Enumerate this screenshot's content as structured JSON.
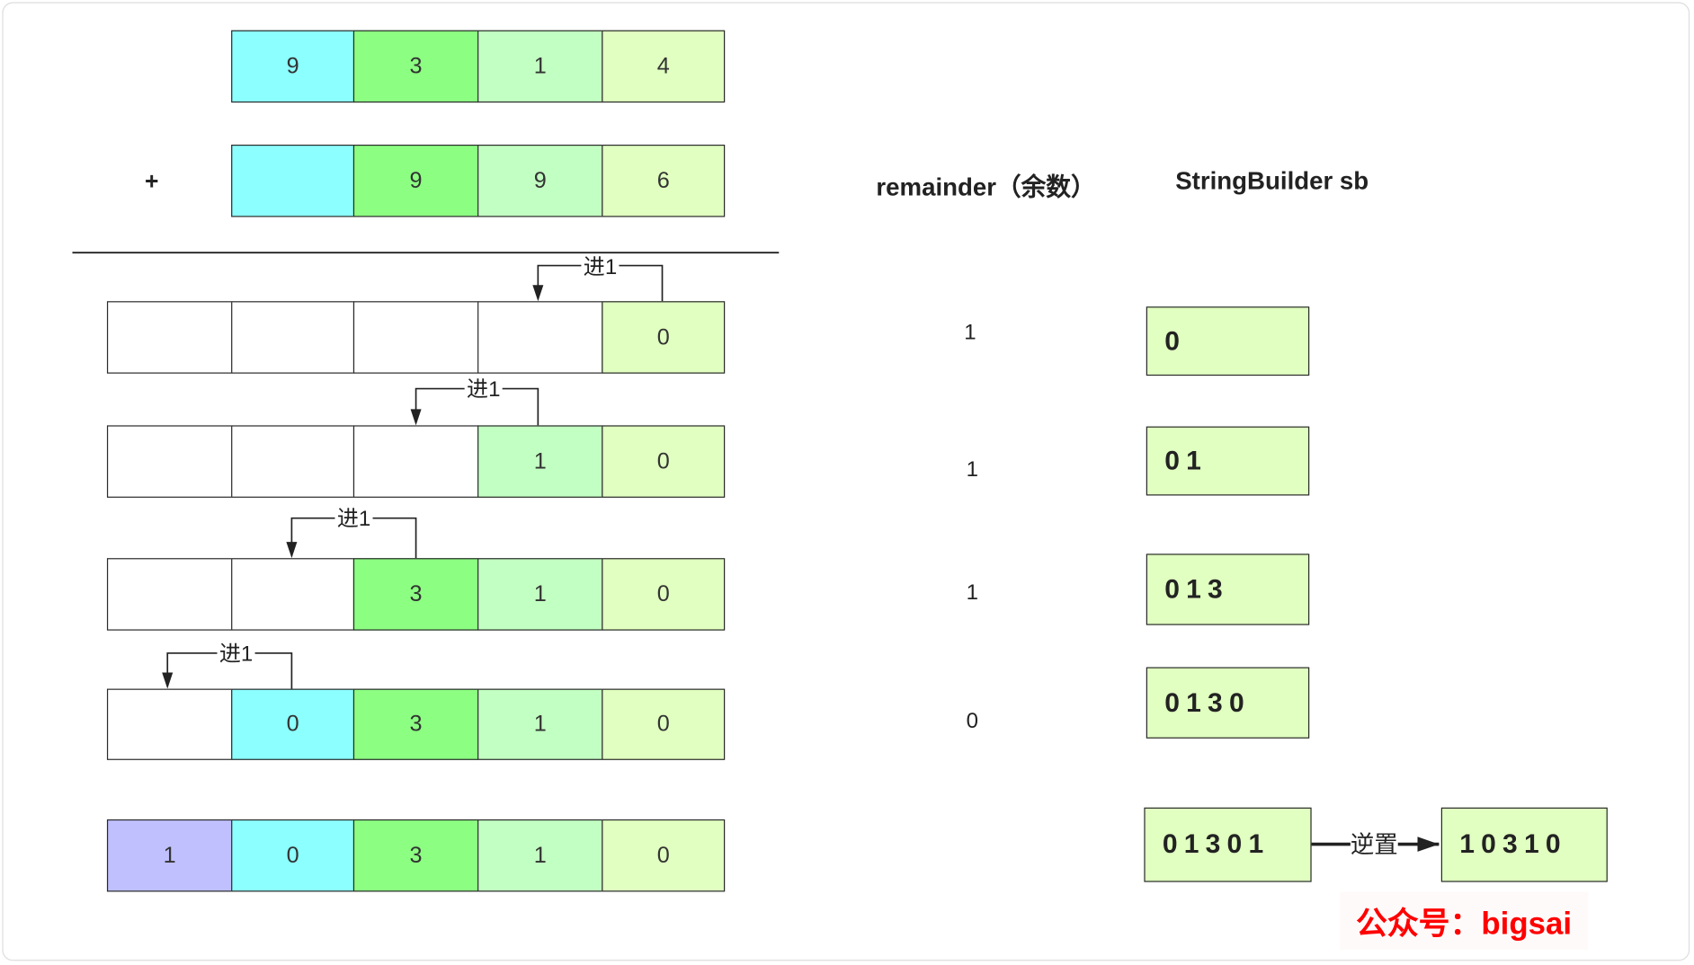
{
  "colors": {
    "cyan": "#8cffff",
    "green": "#8cff82",
    "lightgreen": "#c2ffc2",
    "pale": "#e0ffc0",
    "purple": "#c0c0ff",
    "white": "#ffffff",
    "watermark": "#ff0000"
  },
  "operands": [
    {
      "cells": [
        {
          "v": "9",
          "c": "cyan"
        },
        {
          "v": "3",
          "c": "green"
        },
        {
          "v": "1",
          "c": "lightgreen"
        },
        {
          "v": "4",
          "c": "pale"
        }
      ]
    },
    {
      "cells": [
        {
          "v": "",
          "c": "cyan"
        },
        {
          "v": "9",
          "c": "green"
        },
        {
          "v": "9",
          "c": "lightgreen"
        },
        {
          "v": "6",
          "c": "pale"
        }
      ]
    }
  ],
  "plus_sign": "+",
  "result_rows": [
    {
      "cells": [
        {
          "v": "",
          "c": "white"
        },
        {
          "v": "",
          "c": "white"
        },
        {
          "v": "",
          "c": "white"
        },
        {
          "v": "",
          "c": "white"
        },
        {
          "v": "0",
          "c": "pale"
        }
      ]
    },
    {
      "cells": [
        {
          "v": "",
          "c": "white"
        },
        {
          "v": "",
          "c": "white"
        },
        {
          "v": "",
          "c": "white"
        },
        {
          "v": "1",
          "c": "lightgreen"
        },
        {
          "v": "0",
          "c": "pale"
        }
      ]
    },
    {
      "cells": [
        {
          "v": "",
          "c": "white"
        },
        {
          "v": "",
          "c": "white"
        },
        {
          "v": "3",
          "c": "green"
        },
        {
          "v": "1",
          "c": "lightgreen"
        },
        {
          "v": "0",
          "c": "pale"
        }
      ]
    },
    {
      "cells": [
        {
          "v": "",
          "c": "white"
        },
        {
          "v": "0",
          "c": "cyan"
        },
        {
          "v": "3",
          "c": "green"
        },
        {
          "v": "1",
          "c": "lightgreen"
        },
        {
          "v": "0",
          "c": "pale"
        }
      ]
    },
    {
      "cells": [
        {
          "v": "1",
          "c": "purple"
        },
        {
          "v": "0",
          "c": "cyan"
        },
        {
          "v": "3",
          "c": "green"
        },
        {
          "v": "1",
          "c": "lightgreen"
        },
        {
          "v": "0",
          "c": "pale"
        }
      ]
    }
  ],
  "carries": [
    "进1",
    "进1",
    "进1",
    "进1"
  ],
  "headers": {
    "remainder": "remainder（余数）",
    "sb": "StringBuilder sb"
  },
  "remainders": [
    "1",
    "1",
    "1",
    "0"
  ],
  "sb_values": [
    "0",
    "01",
    "013",
    "0130",
    "01301"
  ],
  "reverse_label": "逆置",
  "reversed_value": "10310",
  "watermark": "公众号：bigsai"
}
